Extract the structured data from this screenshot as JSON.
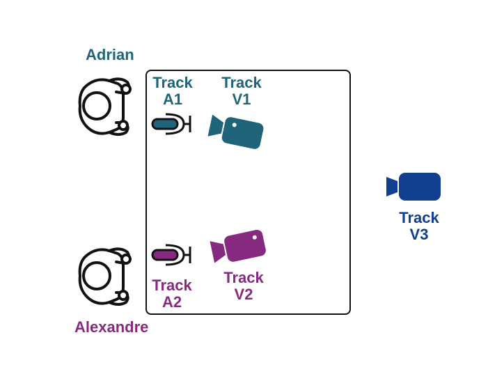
{
  "people": {
    "adrian": {
      "name": "Adrian",
      "icon": "person-topdown-icon"
    },
    "alexandre": {
      "name": "Alexandre",
      "icon": "person-topdown-icon"
    }
  },
  "tracks": {
    "a1": {
      "line1": "Track",
      "line2": "A1",
      "icon": "microphone-icon",
      "color": "#1f6478"
    },
    "v1": {
      "line1": "Track",
      "line2": "V1",
      "icon": "video-camera-icon",
      "color": "#1f6478"
    },
    "a2": {
      "line1": "Track",
      "line2": "A2",
      "icon": "microphone-icon",
      "color": "#862a7f"
    },
    "v2": {
      "line1": "Track",
      "line2": "V2",
      "icon": "video-camera-icon",
      "color": "#862a7f"
    },
    "v3": {
      "line1": "Track",
      "line2": "V3",
      "icon": "video-camera-icon",
      "color": "#0f3f8e"
    }
  },
  "colors": {
    "teal": "#1f6478",
    "purple": "#862a7f",
    "blue": "#0f3f8e",
    "outline": "#111111"
  }
}
